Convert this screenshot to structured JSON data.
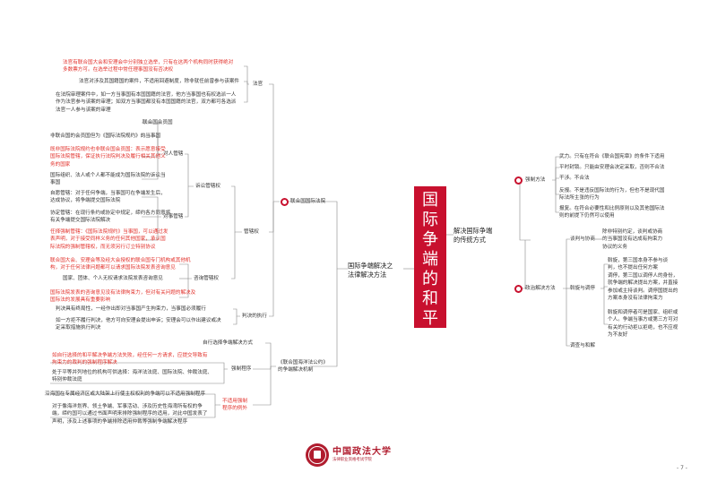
{
  "central_title": [
    "国",
    "际",
    "争",
    "端",
    "的",
    "和",
    "平",
    "解",
    "决"
  ],
  "right_branch": {
    "title": "解决国际争端\n的传统方式",
    "force": {
      "label": "强制方法",
      "items": [
        {
          "text": "武力。只有在符合《联合国宪章》的条件下适用",
          "red": false
        },
        {
          "text": "平时封锁。只能由安理会决定采取，否则不合法",
          "red": false
        },
        {
          "text": "干涉。不合法",
          "red": false
        },
        {
          "text": "反报。不是违反国际法的行为，但也不是现代国\n际法所主张的行为",
          "red": false
        },
        {
          "text": "报复。在符合必要性和比例原则以及其他国际法\n则的前提下仍然可以使用",
          "red": false
        }
      ]
    },
    "political": {
      "label": "政治解决方法",
      "negotiation": {
        "label": "谈判与协商",
        "text": "除非特别约定，谈判或协商\n的当事国没有达成有拘束力\n协议的义务"
      },
      "good_offices": {
        "label": "斡旋与调停",
        "items": [
          "斡旋，第三国本身不参与谈\n判，也不提出任何方案",
          "调停，第三国以调停人的身份，\n就争端的解决提出方案，并直接\n参加或主持谈判。调停国提出的\n方案本身没有法律拘束力",
          "斡旋和调停者可是国家、组织或\n个人。争端当事方或第三方可对\n有关的行动拒以拒绝，也不应视\n为不友好"
        ]
      },
      "inquiry": {
        "label": "调查与和解"
      }
    }
  },
  "left_branch": {
    "title": "国际争端解决之\n法律解决方法",
    "icj": {
      "label": "联合国国际法院",
      "judges": {
        "label": "法官",
        "items": [
          {
            "text": "法官有联合国大会和安理会中分别独立选举，只有在这两个机构同时获得绝对\n多数票方可。在选举过程中常任理事国没有否决权",
            "red": true
          },
          {
            "text": "法官对涉及其国籍国的案件，不适用回避制度，除非就任前曾参与该案件",
            "red": false
          },
          {
            "text": "在法院审理案件中，如一方当事国有本国国籍的法官，他方当事国也有权选派一人\n作为法官参与该案的审理；如双方当事国都没有本国国籍的法官，双方都可各选派\n法官一人参与该案的审理",
            "red": false
          }
        ]
      },
      "jurisdiction": {
        "label": "管辖权",
        "contentious": {
          "label": "诉讼管辖权",
          "persons": {
            "label": "对人管辖",
            "items": [
              {
                "text": "联合国会员国",
                "red": false
              },
              {
                "text": "非联合国的会员国但为《国际法院规约》的当事国",
                "red": false
              },
              {
                "text": "既非国际法院规约也非联合国会员国：表示愿意接受\n国际法院管辖，保证执行法院判决及履行相关其他义\n务的国家",
                "red": true
              },
              {
                "text": "国际组织、法人或个人都不能成为国际法院的诉讼当\n事国",
                "red": false
              }
            ]
          },
          "matters": {
            "label": "对事管辖",
            "items": [
              {
                "text": "自愿管辖：对于任何争端，当事国可在争端发生后，\n达成协议，将争端提交国际法院",
                "red": false
              },
              {
                "text": "协定管辖：在现行条约或协定中规定，缔约各方同意将\n有关争端提交国际法院解决",
                "red": false
              },
              {
                "text": "任择强制管辖：《国际法院规约》当事国，可以通过发\n表声明，对于接受同样义务的任何其他国家，承认国\n际法院的强制管辖权，而无须另行订立特别协议",
                "red": true
              }
            ]
          }
        },
        "advisory": {
          "label": "咨询管辖权",
          "items": [
            {
              "text": "联合国大会、安理会等及经大会授权的联合国专门机构或其他机\n构，对于任何法律问题都可以请求国际法院发表咨询意见",
              "red": true
            },
            {
              "text": "国家、团体、个人无权请求法院发表咨询意见",
              "red": false
            },
            {
              "text": "国际法院发表的咨询意见没有法律拘束力，但对有关问题的解决及\n国际法的发展具有重要影响",
              "red": true
            }
          ]
        }
      },
      "judgment": {
        "label": "判决的执行",
        "items": [
          {
            "text": "判决具有终局性，一经作出即对当事国产生拘束力，当事国必须履行",
            "red": false
          },
          {
            "text": "如一方拒不履行判决，他方可向安理会提出申诉；安理会可以作出建议或决\n定采取措施执行判决",
            "red": false
          }
        ]
      }
    },
    "unclos": {
      "label": "《联合国海洋法公约》\n的争端解决机制",
      "choice": {
        "label": "自行选择争端解决方式"
      },
      "compulsory": {
        "label": "强制程序",
        "items": [
          {
            "text": "如自行选择的和平解决争端方法失败，经任何一方请求，应提交导致有\n拘束力的裁判的强制程序解决",
            "red": true
          },
          {
            "text": "处于平等并列地位的机构可供选择：海洋法法庭、国际法院、仲裁法庭、\n特别仲裁法庭",
            "red": false
          }
        ]
      },
      "exception": {
        "label": "不适用强制\n程序的例外",
        "items": [
          {
            "text": "沿海国在专属经济区或大陆架上行使主权权利的争端可以不适用强制程序",
            "red": false
          },
          {
            "text": "对于像海洋划界、领土争端、军事活动、涉及历史性海湾所有权的争\n端，缔约国可以通过书面声明来排除强制程序的适用，对此中国发表了\n声明，涉及上述事项的争端排除适用仲裁等强制争端解决程序",
            "red": false
          }
        ]
      }
    }
  },
  "footer": {
    "logo_line1": "中国政法大学",
    "logo_line2": "法律职业资格考试学院",
    "page_number": "- 7 -"
  },
  "colors": {
    "accent": "#c8102e",
    "red_text": "#e2302a",
    "line": "#888888",
    "text": "#333333"
  }
}
